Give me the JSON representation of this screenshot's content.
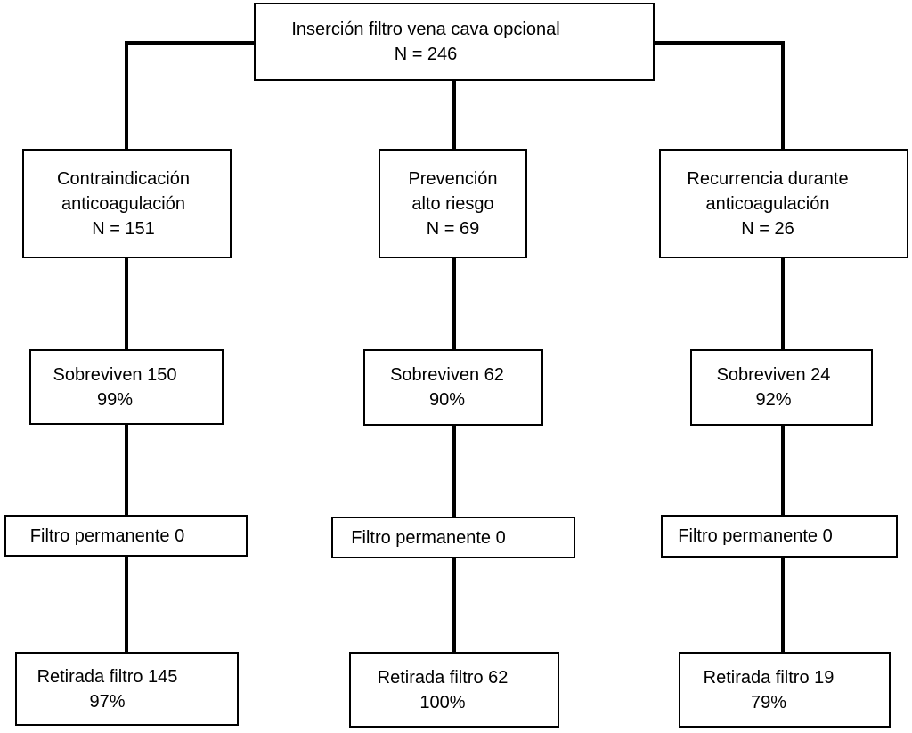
{
  "diagram": {
    "type": "flowchart",
    "colors": {
      "background": "#ffffff",
      "box_border": "#000000",
      "connector_line": "#000000",
      "text": "#000000"
    },
    "root": {
      "lines": [
        "Inserción filtro vena cava opcional",
        "N = 246"
      ]
    },
    "branches": [
      {
        "indication": {
          "lines": [
            "Contraindicación",
            "anticoagulación",
            "N = 151"
          ]
        },
        "survival": {
          "lines": [
            "Sobreviven 150",
            "99%"
          ]
        },
        "permanent_filter": {
          "lines": [
            "Filtro permanente 0"
          ]
        },
        "retrieval": {
          "lines": [
            "Retirada filtro 145",
            "97%"
          ]
        }
      },
      {
        "indication": {
          "lines": [
            "Prevención",
            "alto riesgo",
            "N = 69"
          ]
        },
        "survival": {
          "lines": [
            "Sobreviven 62",
            "90%"
          ]
        },
        "permanent_filter": {
          "lines": [
            "Filtro permanente 0"
          ]
        },
        "retrieval": {
          "lines": [
            "Retirada filtro 62",
            "100%"
          ]
        }
      },
      {
        "indication": {
          "lines": [
            "Recurrencia durante",
            "anticoagulación",
            "N = 26"
          ]
        },
        "survival": {
          "lines": [
            "Sobreviven 24",
            "92%"
          ]
        },
        "permanent_filter": {
          "lines": [
            "Filtro permanente 0"
          ]
        },
        "retrieval": {
          "lines": [
            "Retirada filtro 19",
            "79%"
          ]
        }
      }
    ]
  }
}
